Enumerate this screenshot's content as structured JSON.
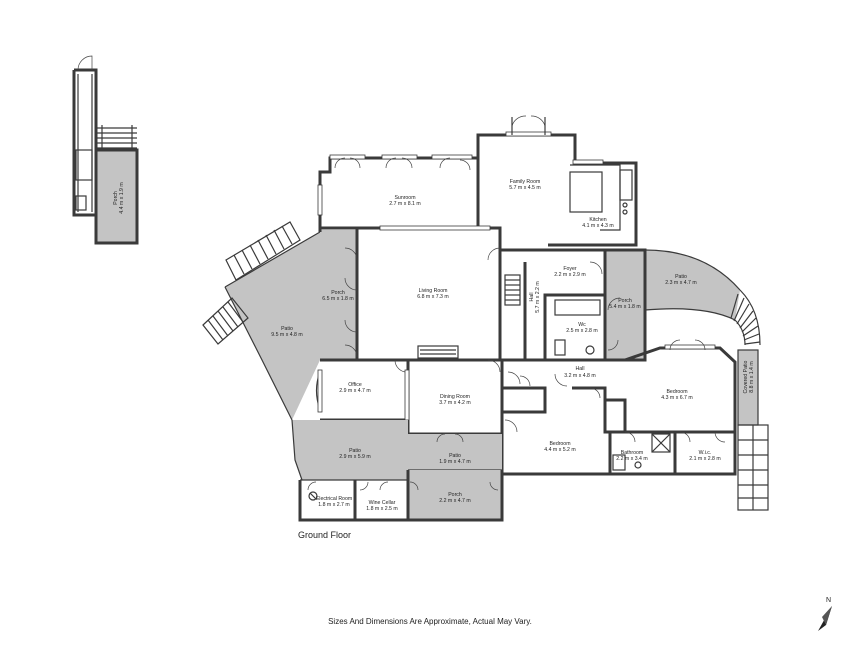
{
  "floor_label": "Ground Floor",
  "disclaimer": "Sizes And Dimensions Are Approximate, Actual May Vary.",
  "north_label": "N",
  "rooms": {
    "sunroom": {
      "name": "Sunroom",
      "dim": "2.7 m x 8.1 m"
    },
    "family_room": {
      "name": "Family Room",
      "dim": "5.7 m x 4.5 m"
    },
    "kitchen": {
      "name": "Kitchen",
      "dim": "4.1 m x 4.3 m"
    },
    "living_room": {
      "name": "Living Room",
      "dim": "6.8 m x 7.3 m"
    },
    "porch_west": {
      "name": "Porch",
      "dim": "6.5 m x 1.8 m"
    },
    "patio_west": {
      "name": "Patio",
      "dim": "9.5 m x 4.8 m"
    },
    "foyer": {
      "name": "Foyer",
      "dim": "2.2 m x 2.9 m"
    },
    "hall_vertical": {
      "name": "Hall",
      "dim": "5.7 m x 2.2 m"
    },
    "wc": {
      "name": "Wc",
      "dim": "2.5 m x 2.8 m"
    },
    "porch_east": {
      "name": "Porch",
      "dim": "5.4 m x 1.8 m"
    },
    "patio_east": {
      "name": "Patio",
      "dim": "2.3 m x 4.7 m"
    },
    "covered_patio": {
      "name": "Covered Patio",
      "dim": "8.8 m x 1.4 m"
    },
    "office": {
      "name": "Office",
      "dim": "2.9 m x 4.7 m"
    },
    "dining_room": {
      "name": "Dining Room",
      "dim": "3.7 m x 4.2 m"
    },
    "hall": {
      "name": "Hall",
      "dim": "3.2 m x 4.8 m"
    },
    "bedroom_east": {
      "name": "Bedroom",
      "dim": "4.3 m x 6.7 m"
    },
    "bedroom_south": {
      "name": "Bedroom",
      "dim": "4.4 m x 5.2 m"
    },
    "bathroom": {
      "name": "Bathroom",
      "dim": "2.2 m x 3.4 m"
    },
    "wic": {
      "name": "W.i.c.",
      "dim": "2.1 m x 2.8 m"
    },
    "patio_south": {
      "name": "Patio",
      "dim": "2.9 m x 5.9 m"
    },
    "patio_small": {
      "name": "Patio",
      "dim": "1.9 m x 4.7 m"
    },
    "electrical_room": {
      "name": "Electrical Room",
      "dim": "1.8 m x 2.7 m"
    },
    "wine_cellar": {
      "name": "Wine Cellar",
      "dim": "1.8 m x 2.5 m"
    },
    "porch_south": {
      "name": "Porch",
      "dim": "2.2 m x 4.7 m"
    },
    "porch_detached": {
      "name": "Porch",
      "dim": "4.4 m x 1.9 m"
    }
  }
}
